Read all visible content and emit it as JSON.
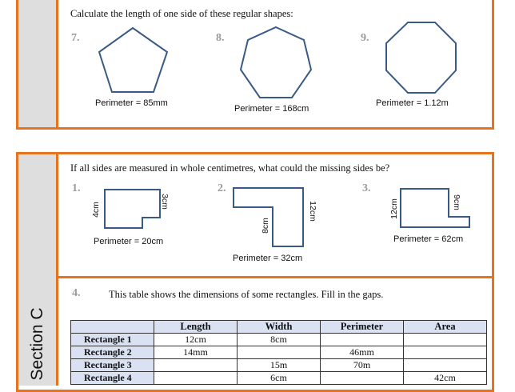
{
  "top": {
    "instruction": "Calculate the length of one side of these regular shapes:",
    "q7": {
      "num": "7.",
      "perimeter": "Perimeter = 85mm"
    },
    "q8": {
      "num": "8.",
      "perimeter": "Perimeter = 168cm"
    },
    "q9": {
      "num": "9.",
      "perimeter": "Perimeter = 1.12m"
    }
  },
  "section": {
    "label": "Section C",
    "instruction": "If all sides are measured in whole centimetres, what could the missing sides be?",
    "q1": {
      "num": "1.",
      "side_a": "3cm",
      "side_b": "4cm",
      "perimeter": "Perimeter = 20cm"
    },
    "q2": {
      "num": "2.",
      "side_a": "12cm",
      "side_b": "8cm",
      "perimeter": "Perimeter = 32cm"
    },
    "q3": {
      "num": "3.",
      "side_a": "12cm",
      "side_b": "9cm",
      "perimeter": "Perimeter = 62cm"
    },
    "q4": {
      "num": "4.",
      "instruction": "This table shows the dimensions of some rectangles. Fill in the gaps.",
      "headers": [
        "",
        "Length",
        "Width",
        "Perimeter",
        "Area"
      ],
      "rows": [
        [
          "Rectangle 1",
          "12cm",
          "8cm",
          "",
          ""
        ],
        [
          "Rectangle 2",
          "14mm",
          "",
          "46mm",
          ""
        ],
        [
          "Rectangle 3",
          "",
          "15m",
          "70m",
          ""
        ],
        [
          "Rectangle 4",
          "",
          "6cm",
          "",
          "42cm"
        ]
      ]
    }
  }
}
